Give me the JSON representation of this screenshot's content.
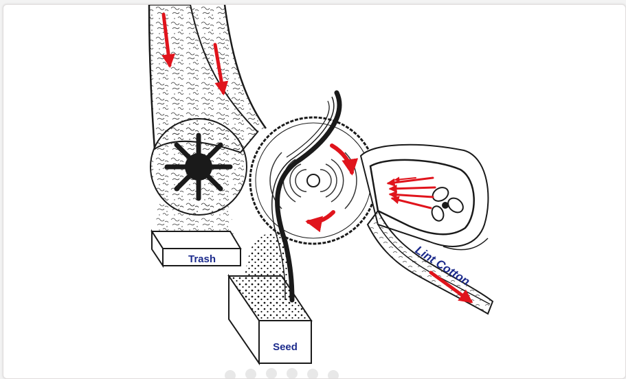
{
  "labels": {
    "trash": "Trash",
    "seed": "Seed",
    "lint_cotton": "Lint Cotton"
  },
  "colors": {
    "arrow": "#e0141c",
    "label_text": "#1c2b8c",
    "line": "#1a1a1a"
  },
  "icons": {
    "agitator": "star-cylinder-icon",
    "fan": "fan-propeller-icon"
  }
}
